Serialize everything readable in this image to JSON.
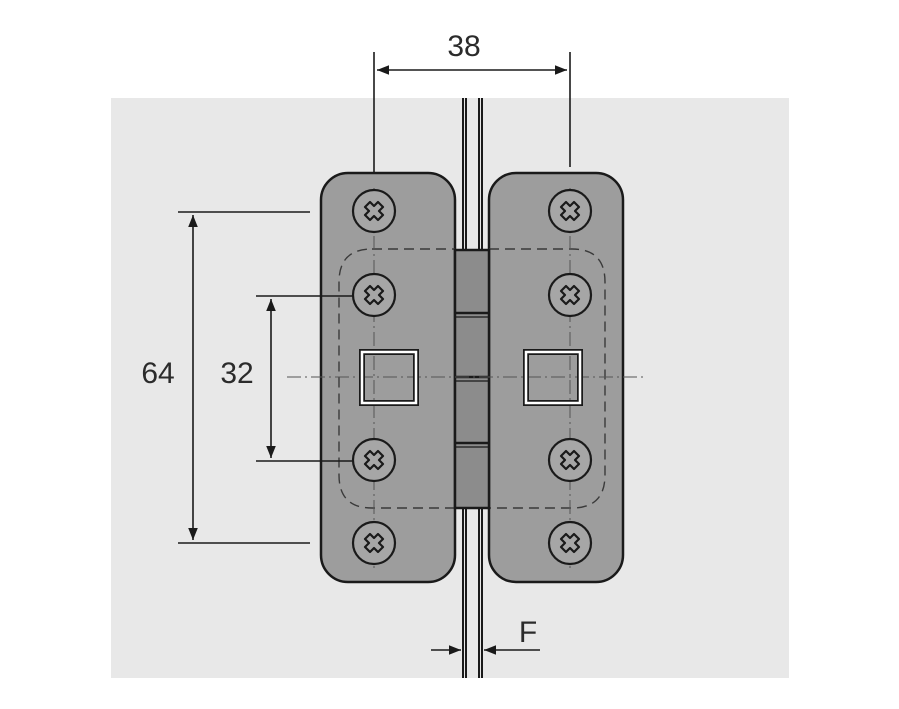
{
  "colors": {
    "background_panel": "#e8e8e8",
    "plate": "#9d9d9d",
    "outline": "#1a1a1a",
    "screw_head": "#a6a6a6"
  },
  "dimensions": {
    "top_width": "38",
    "outer_hole_spacing": "64",
    "inner_hole_spacing": "32",
    "gap_label": "F"
  },
  "icons": {
    "screw": "screw-icon",
    "recess": "square-recess-icon"
  }
}
